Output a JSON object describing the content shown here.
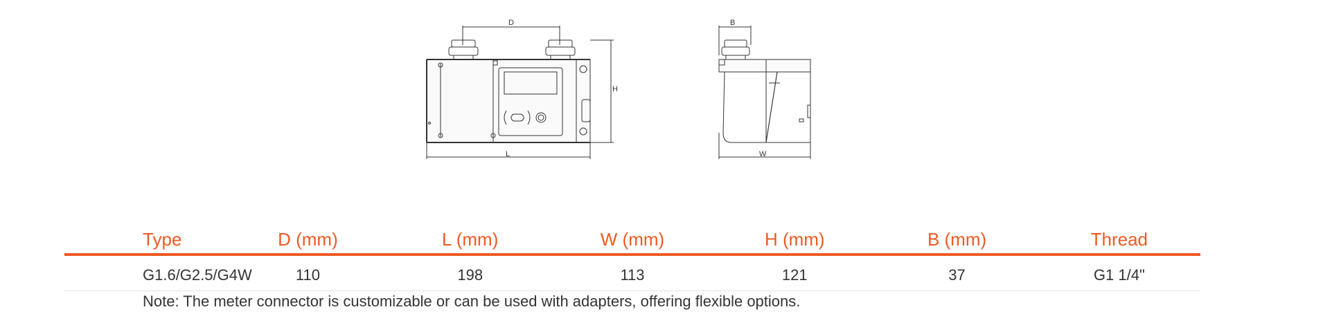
{
  "drawings": {
    "front_view": {
      "dim_top": "D",
      "dim_right": "H",
      "dim_bottom": "L"
    },
    "side_view": {
      "dim_top": "B",
      "dim_bottom": "W"
    }
  },
  "colors": {
    "accent": "#ee5a24",
    "text": "#333333",
    "row_divider": "#e2e2e2"
  },
  "table": {
    "headers": [
      "Type",
      "D (mm)",
      "L (mm)",
      "W (mm)",
      "H (mm)",
      "B (mm)",
      "Thread"
    ],
    "rows": [
      [
        "G1.6/G2.5/G4W",
        "110",
        "198",
        "113",
        "121",
        "37",
        "G1 1/4\""
      ]
    ]
  },
  "note": "Note: The meter connector is customizable or can be used with adapters, offering flexible options."
}
